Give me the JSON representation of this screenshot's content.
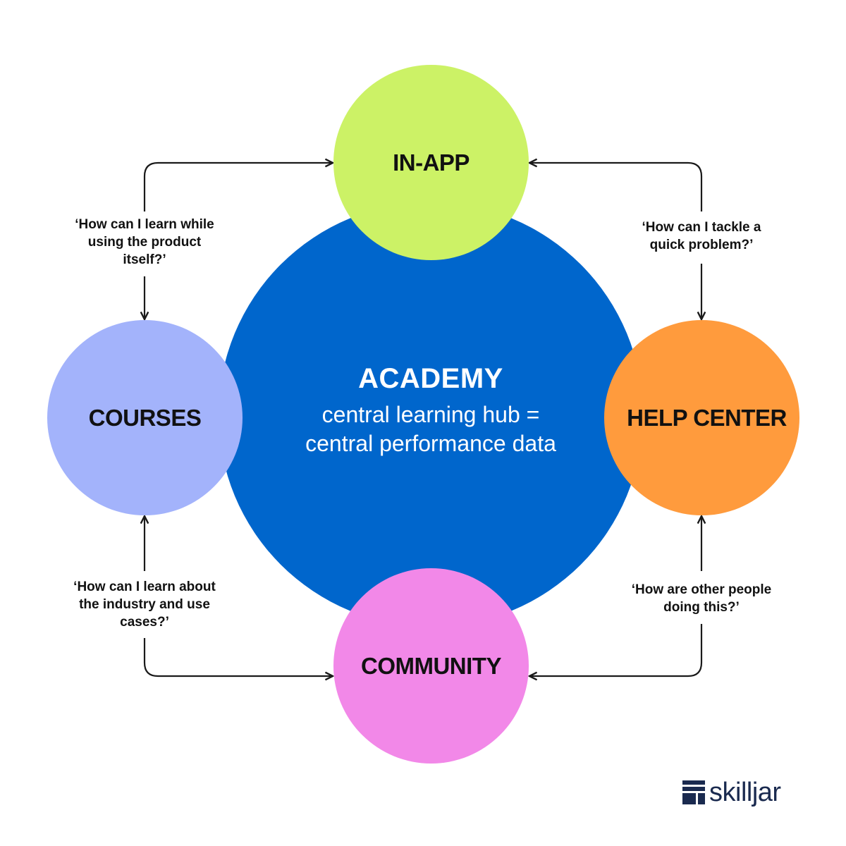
{
  "colors": {
    "center": "#0066cc",
    "in_app": "#ccf266",
    "courses": "#a3b3fb",
    "help_center": "#ff9b3d",
    "community": "#f288e8",
    "connector": "#1a1a1a",
    "logo": "#1a2a4f"
  },
  "center": {
    "title": "ACADEMY",
    "subtitle_lines": [
      "central learning hub =",
      "central performance data"
    ]
  },
  "nodes": {
    "in_app": "IN-APP",
    "courses": "COURSES",
    "help_center": "HELP CENTER",
    "community": "COMMUNITY"
  },
  "questions": {
    "top_left": [
      "‘How can I learn while",
      "using the product",
      "itself?’"
    ],
    "top_right": [
      "‘How can I tackle a",
      "quick problem?’"
    ],
    "bottom_left": [
      "‘How can I learn about",
      "the industry and use",
      "cases?’"
    ],
    "bottom_right": [
      "‘How are other people",
      "doing this?’"
    ]
  },
  "logo": {
    "text": "skilljar",
    "icon": "skilljar-logo-icon"
  }
}
